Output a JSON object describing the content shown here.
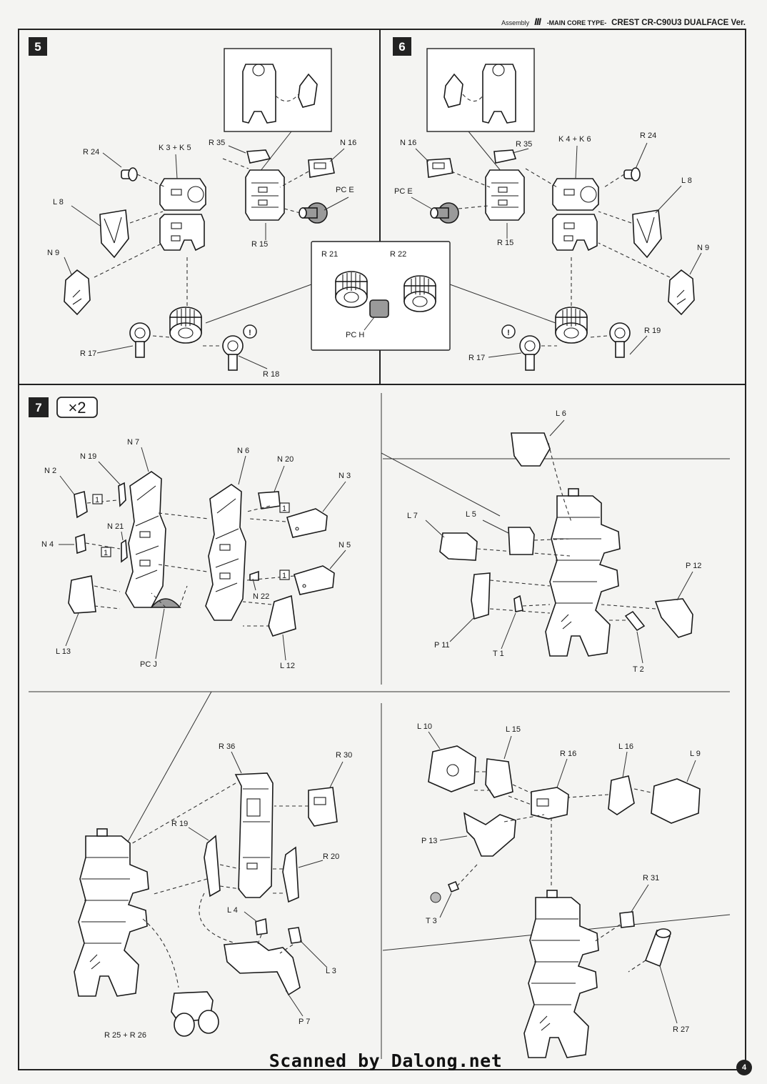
{
  "header": {
    "assembly": "Assembly",
    "roman": "III",
    "core_type": "-MAIN CORE TYPE-",
    "model": "CREST CR-C90U3 DUALFACE Ver."
  },
  "steps": [
    {
      "number": "5"
    },
    {
      "number": "6"
    },
    {
      "number": "7",
      "multiplier": "×2"
    }
  ],
  "labels": {
    "s5": [
      "R 24",
      "K 3 + K 5",
      "R 35",
      "N 16",
      "PC E",
      "L 8",
      "R 15",
      "N 9",
      "R 21",
      "R 22",
      "PC H",
      "R 17",
      "R 18"
    ],
    "s6": [
      "N 16",
      "R 35",
      "K 4 + K 6",
      "R 24",
      "PC E",
      "L 8",
      "R 15",
      "N 9",
      "R 17",
      "R 19"
    ],
    "s7a": [
      "N 7",
      "N 19",
      "N 2",
      "N 21",
      "N 4",
      "L 13",
      "PC J",
      "N 6",
      "N 20",
      "N 3",
      "N 5",
      "N 22",
      "L 12"
    ],
    "s7b": [
      "L 6",
      "L 7",
      "L 5",
      "P 12",
      "P 11",
      "T 1",
      "T 2"
    ],
    "s7c": [
      "R 36",
      "R 30",
      "R 19",
      "R 20",
      "L 4",
      "L 3",
      "P 7",
      "R 25 + R 26"
    ],
    "s7d": [
      "L 10",
      "L 15",
      "R 16",
      "L 16",
      "L 9",
      "P 13",
      "T 3",
      "R 31",
      "R 27"
    ],
    "callout": "1",
    "warning": "!"
  },
  "footer": "Scanned by Dalong.net",
  "page_number": "4"
}
